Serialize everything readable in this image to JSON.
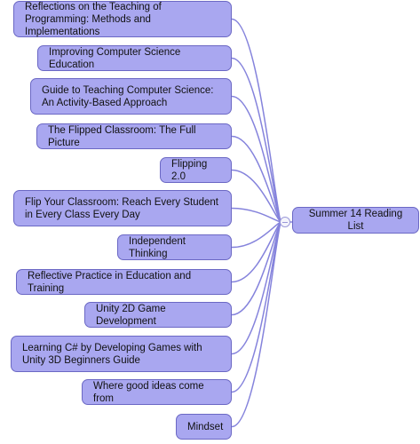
{
  "mindmap": {
    "root": {
      "label": "Summer 14 Reading List"
    },
    "children": [
      {
        "name": "node-reflections-teaching-programming",
        "label": "Reflections on the Teaching of Programming: Methods and Implementations"
      },
      {
        "name": "node-improving-cs-education",
        "label": "Improving Computer Science Education"
      },
      {
        "name": "node-guide-teaching-cs",
        "label": "Guide to Teaching Computer Science: An Activity-Based Approach"
      },
      {
        "name": "node-flipped-classroom-full-picture",
        "label": "The Flipped Classroom: The Full Picture"
      },
      {
        "name": "node-flipping-2",
        "label": "Flipping 2.0"
      },
      {
        "name": "node-flip-your-classroom",
        "label": "Flip Your Classroom: Reach Every Student in Every Class Every Day"
      },
      {
        "name": "node-independent-thinking",
        "label": "Independent Thinking"
      },
      {
        "name": "node-reflective-practice",
        "label": "Reflective Practice in Education and Training"
      },
      {
        "name": "node-unity-2d",
        "label": "Unity 2D Game Development"
      },
      {
        "name": "node-learning-csharp-unity",
        "label": "Learning C# by Developing Games with Unity 3D Beginners Guide"
      },
      {
        "name": "node-where-good-ideas",
        "label": "Where good ideas come from"
      },
      {
        "name": "node-mindset",
        "label": "Mindset"
      }
    ]
  },
  "colors": {
    "node_fill": "#a9a7f0",
    "node_border": "#6b68c4",
    "edge": "#8583dc"
  },
  "icons": {
    "hub": "collapse-toggle-icon",
    "top": "chevron-down-icon"
  }
}
